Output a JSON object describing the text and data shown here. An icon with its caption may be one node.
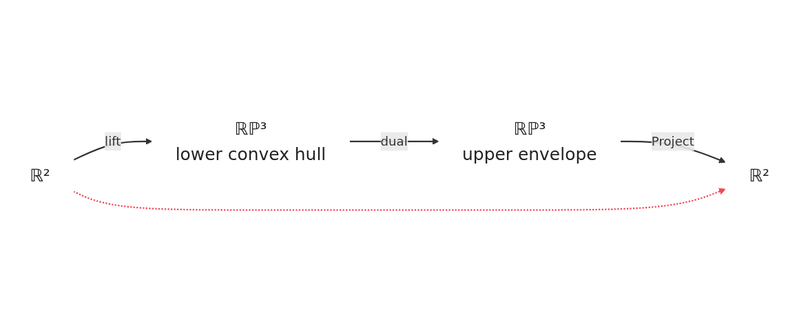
{
  "diagram": {
    "nodes": [
      {
        "text": [
          "ℝ²"
        ]
      },
      {
        "text": [
          "ℝℙ³",
          "lower convex hull"
        ]
      },
      {
        "text": [
          "ℝℙ³",
          "upper envelope"
        ]
      },
      {
        "text": [
          "ℝ²"
        ]
      }
    ],
    "edges": [
      {
        "from": 0,
        "to": 1,
        "arrow": "to",
        "label": "lift"
      },
      {
        "from": 1,
        "to": 2,
        "arrow": "to",
        "label": "dual"
      },
      {
        "from": 2,
        "to": 3,
        "arrow": "to",
        "label": "Project"
      },
      {
        "from": 0,
        "to": 3,
        "arrow": "to",
        "style": "dashed",
        "color": "#f04a5a"
      }
    ]
  }
}
